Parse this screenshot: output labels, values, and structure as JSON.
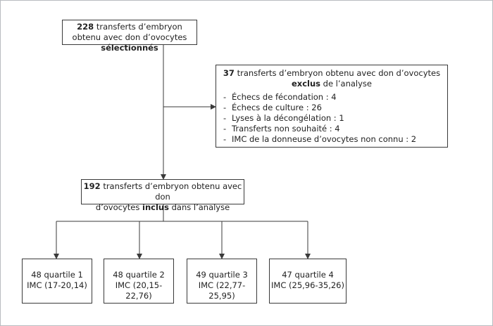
{
  "selected": {
    "count": "228",
    "text": "transferts d’embryon obtenu avec don d’ovocytes",
    "status": "sélectionnés"
  },
  "excluded": {
    "count": "37",
    "text": "transferts d’embryon obtenu avec don d’ovocytes",
    "status": "exclus",
    "suffix": "de l’analyse",
    "reasons": [
      "Échecs de fécondation : 4",
      "Échecs de culture : 26",
      "Lyses à la décongélation : 1",
      "Transferts non souhaité : 4",
      "IMC de la donneuse d’ovocytes non connu : 2"
    ]
  },
  "included": {
    "count": "192",
    "text_line1": "transferts d’embryon obtenu avec don",
    "text_line2_pre": "d’ovocytes",
    "status": "inclus",
    "suffix": "dans l’analyse"
  },
  "quartiles": [
    {
      "label": "48 quartile 1",
      "range": "IMC (17-20,14)"
    },
    {
      "label": "48 quartile 2",
      "range": "IMC (20,15-22,76)"
    },
    {
      "label": "49 quartile 3",
      "range": "IMC (22,77-25,95)"
    },
    {
      "label": "47 quartile 4",
      "range": "IMC (25,96-35,26)"
    }
  ],
  "colors": {
    "line": "#3a3a3a",
    "frame": "#b9bcc0"
  }
}
